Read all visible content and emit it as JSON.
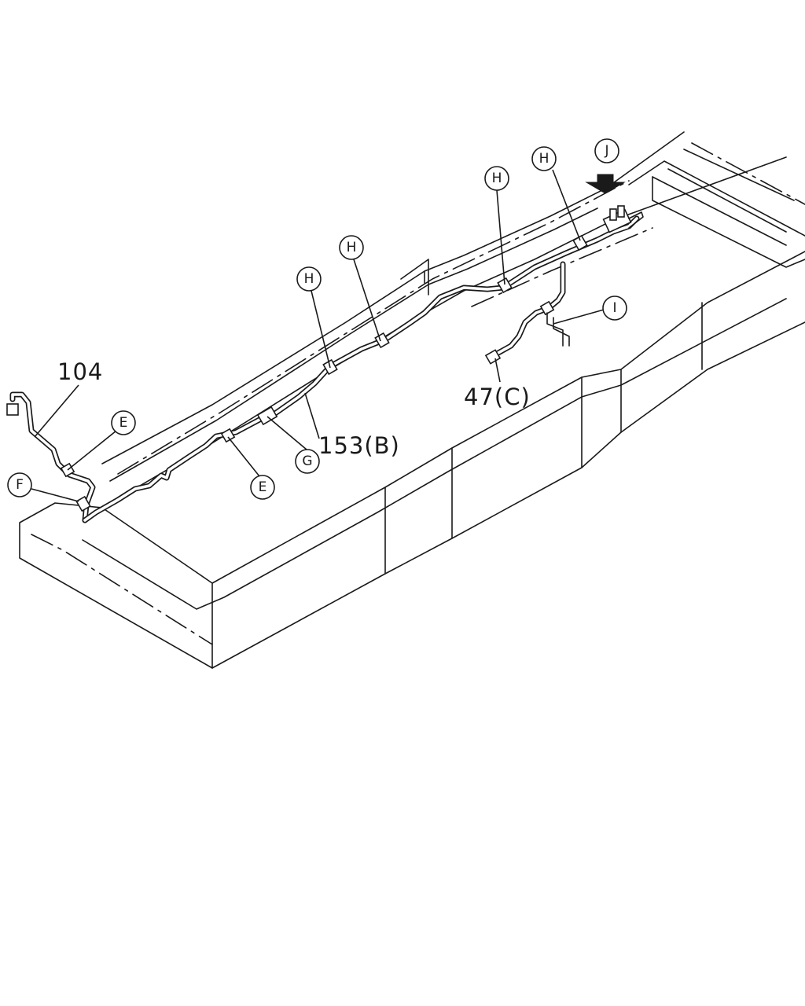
{
  "callouts": {
    "j": "J",
    "h1": "H",
    "h2": "H",
    "h3": "H",
    "h4": "H",
    "i": "I",
    "e1": "E",
    "e2": "E",
    "f": "F",
    "g": "G"
  },
  "parts": {
    "p104": "104",
    "p153": "153(B)",
    "p47": "47(C)"
  },
  "colors": {
    "line": "#1a1a1a",
    "background": "#ffffff"
  },
  "icons": {
    "view_arrow": "arrow-down-icon"
  }
}
